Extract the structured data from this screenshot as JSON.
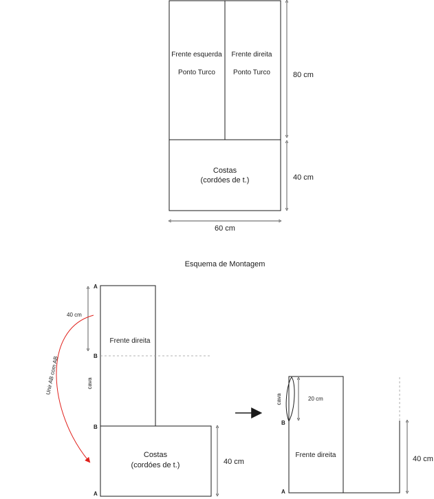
{
  "pattern": {
    "left_front": {
      "name": "Frente esquerda",
      "stitch": "Ponto Turco"
    },
    "right_front": {
      "name": "Frente direita",
      "stitch": "Ponto Turco"
    },
    "back": {
      "name": "Costas",
      "stitch": "(cordóes de t.)"
    },
    "dim_height_top": "80 cm",
    "dim_height_bottom": "40 cm",
    "dim_width": "60 cm"
  },
  "assembly": {
    "title": "Esquema de Montagem",
    "left": {
      "point_a_top": "A",
      "point_b_mid": "B",
      "point_b_low": "B",
      "point_a_bottom": "A",
      "dim_40": "40 cm",
      "front_label": "Frente direita",
      "cava": "cava",
      "join_label": "Unir AB com AB",
      "back_name": "Costas",
      "back_stitch": "(cordóes de t.)",
      "dim_back": "40 cm"
    },
    "right": {
      "cava": "cava",
      "dim_20": "20 cm",
      "point_b": "B",
      "point_a": "A",
      "front_label": "Frente direita",
      "dim_40": "40 cm"
    }
  }
}
